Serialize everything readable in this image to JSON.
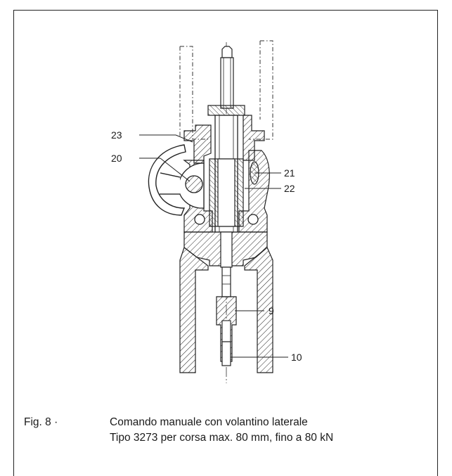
{
  "figure": {
    "callouts": [
      {
        "id": "23",
        "label": "23"
      },
      {
        "id": "20",
        "label": "20"
      },
      {
        "id": "21",
        "label": "21"
      },
      {
        "id": "22",
        "label": "22"
      },
      {
        "id": "9",
        "label": "9"
      },
      {
        "id": "10",
        "label": "10"
      }
    ],
    "caption": {
      "figure_number": "Fig. 8  ·",
      "line1": "Comando manuale con volantino laterale",
      "line2": "Tipo 3273 per corsa max. 80 mm, fino a 80 kN"
    }
  }
}
